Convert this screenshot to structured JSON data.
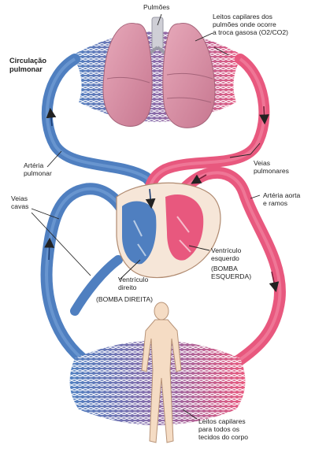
{
  "labels": {
    "lungs": "Pulmões",
    "lung_capillaries": "Leitos capilares dos\npulmões onde ocorre\na troca gasosa (O2/CO2)",
    "pulmonary_circulation": "Circulação\npulmonar",
    "pulmonary_artery": "Artéria\npulmonar",
    "pulmonary_veins": "Veias\npulmonares",
    "aorta": "Artéria aorta\ne ramos",
    "vena_cava": "Veias\ncavas",
    "left_ventricle": "Ventrículo\nesquerdo",
    "left_pump": "(BOMBA\nESQUERDA)",
    "right_ventricle": "Ventrículo\ndireito",
    "right_pump": "(BOMBA DIREITA)",
    "body_capillaries": "Leitos capilares\npara todos os\ntecidos do corpo"
  },
  "colors": {
    "oxygenated": "#e8587e",
    "deoxygenated": "#4f7fc0",
    "capillary_mix": "#8a6aa8",
    "lung": "#d48aa0",
    "heart_wall": "#f6e6d8",
    "body_skin": "#f5dcc4"
  }
}
